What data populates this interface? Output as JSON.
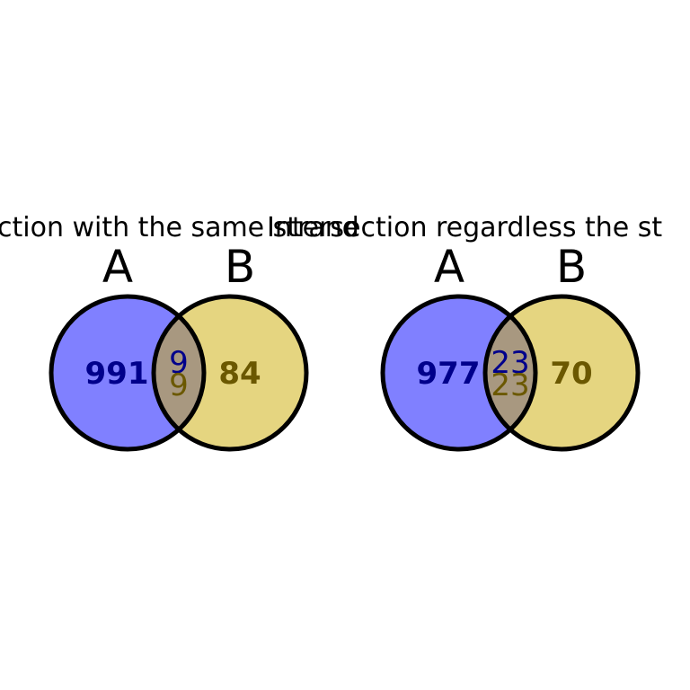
{
  "colors": {
    "set_a_fill": "#8080ff",
    "set_b_fill": "#e5d580",
    "overlap_fill": "#a89880",
    "set_a_text": "#00008b",
    "set_b_text": "#6b5800",
    "outline": "#000000"
  },
  "diagrams": [
    {
      "title": "ction with the same strand",
      "set_a_label": "A",
      "set_b_label": "B",
      "only_a": "991",
      "only_b": "84",
      "both_a": "9",
      "both_b": "9"
    },
    {
      "title": "Intersection regardless the st",
      "set_a_label": "A",
      "set_b_label": "B",
      "only_a": "977",
      "only_b": "70",
      "both_a": "23",
      "both_b": "23"
    }
  ]
}
